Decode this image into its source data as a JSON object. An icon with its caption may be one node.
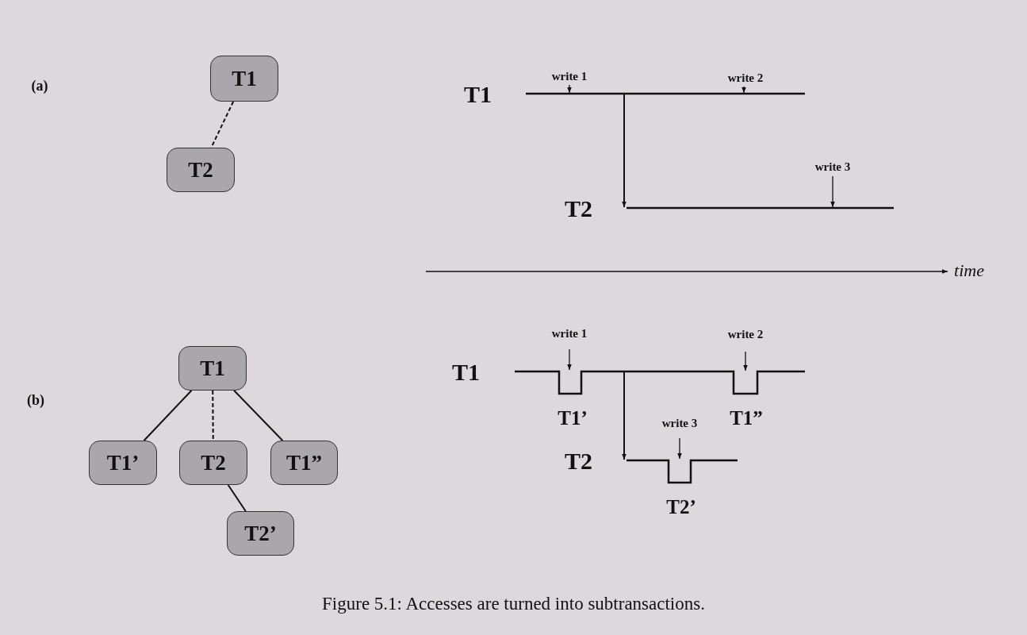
{
  "diagram": {
    "caption": "Figure 5.1: Accesses are turned into subtransactions.",
    "nodes": [
      {
        "text": [
          "T1"
        ]
      },
      {
        "text": [
          "T2"
        ]
      },
      {
        "text": [
          "T1"
        ]
      },
      {
        "text": [
          "T1’"
        ]
      },
      {
        "text": [
          "T2"
        ]
      },
      {
        "text": [
          "T1”"
        ]
      },
      {
        "text": [
          "T2’"
        ]
      },
      {
        "text": [
          "T1"
        ]
      },
      {
        "text": [
          "T2"
        ]
      },
      {
        "text": [
          "T1"
        ]
      },
      {
        "text": [
          "T2"
        ]
      }
    ],
    "edges": [
      {
        "from": 0,
        "to": 1,
        "arrow": "none",
        "style": "dashed"
      },
      {
        "from": 2,
        "to": 3,
        "arrow": "none"
      },
      {
        "from": 2,
        "to": 4,
        "arrow": "none",
        "style": "dashed"
      },
      {
        "from": 2,
        "to": 5,
        "arrow": "none"
      },
      {
        "from": 4,
        "to": 6,
        "arrow": "none"
      },
      {
        "from": 7,
        "to": 8,
        "arrow": "to"
      },
      {
        "from": 9,
        "to": 10,
        "arrow": "to"
      }
    ],
    "labels": [
      "(a)",
      "write 1",
      "write 2",
      "write 3",
      "time",
      "(b)",
      "write 1",
      "write 2",
      "T1’",
      "write 3",
      "T1”",
      "T2’"
    ]
  }
}
